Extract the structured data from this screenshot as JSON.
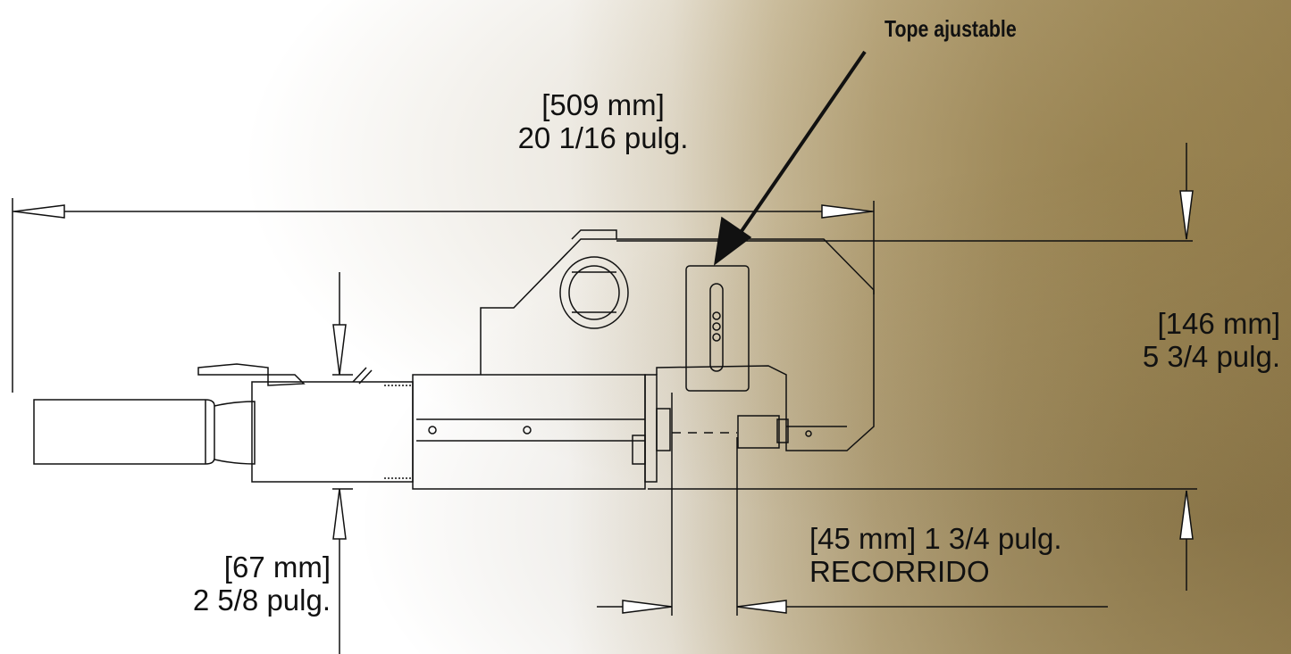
{
  "callout": {
    "adjustable_stop": "Tope ajustable"
  },
  "dimensions": {
    "overall_length": {
      "metric": "[509 mm]",
      "imperial": "20 1/16 pulg."
    },
    "height": {
      "metric": "[146 mm]",
      "imperial": "5 3/4 pulg."
    },
    "body_height": {
      "metric": "[67 mm]",
      "imperial": "2 5/8 pulg."
    },
    "stroke": {
      "line1": "[45 mm] 1 3/4 pulg.",
      "line2": "RECORRIDO"
    }
  },
  "colors": {
    "line": "#111111",
    "background_texture": "#a99566"
  }
}
